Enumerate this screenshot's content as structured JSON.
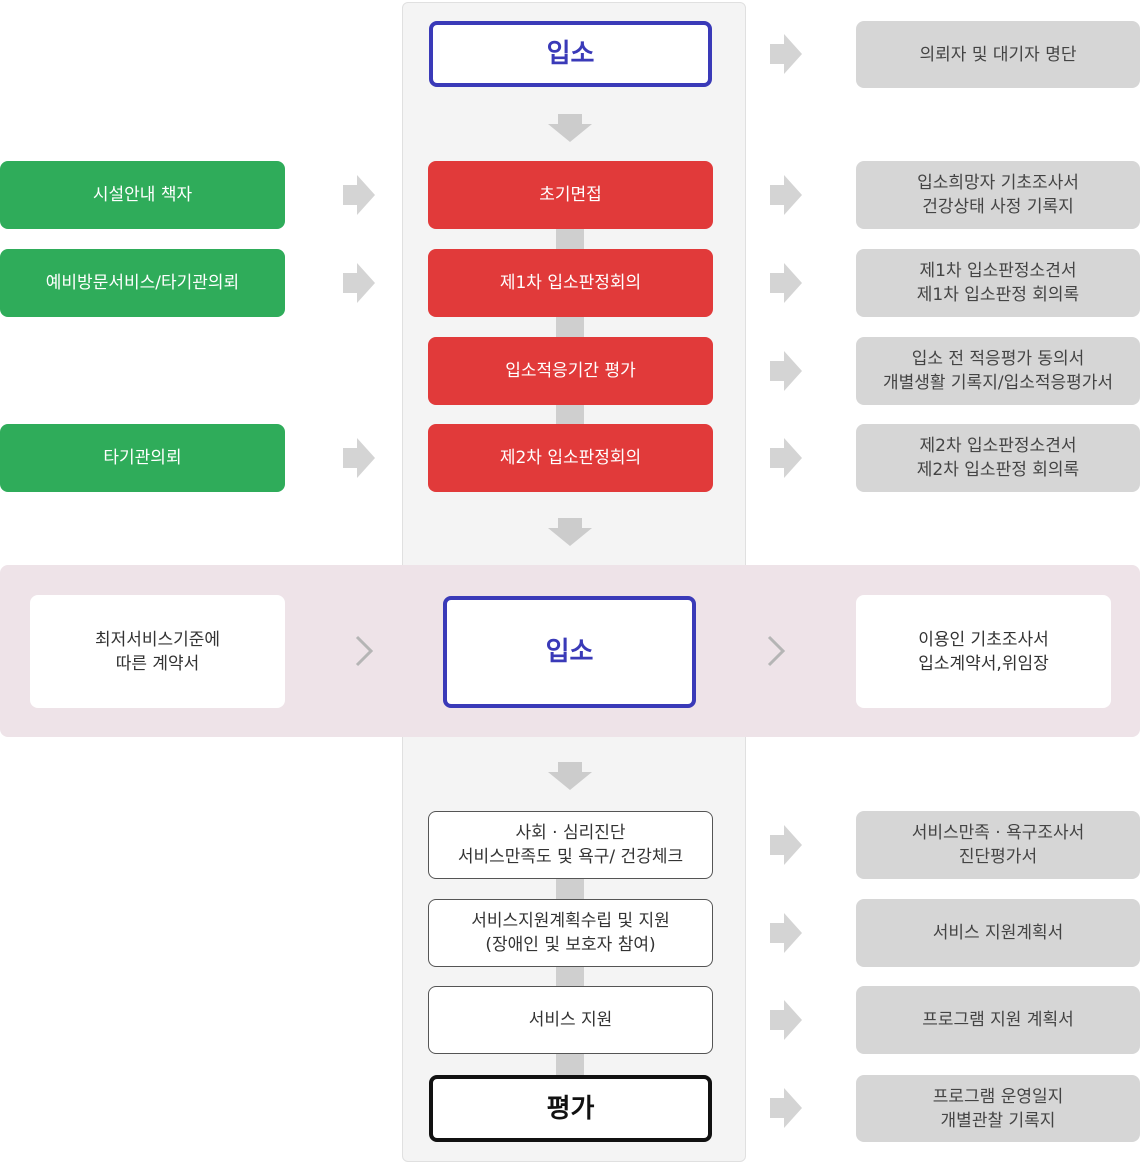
{
  "top": {
    "admission_title": "입소",
    "admission_doc": "의뢰자 및 대기자 명단"
  },
  "steps": [
    {
      "label": "초기면접",
      "left": "시설안내 책자",
      "doc": "입소희망자 기초조사서\n건강상태 사정 기록지"
    },
    {
      "label": "제1차 입소판정회의",
      "left": "예비방문서비스/타기관의뢰",
      "doc": "제1차 입소판정소견서\n제1차 입소판정 회의록"
    },
    {
      "label": "입소적응기간 평가",
      "left": "",
      "doc": "입소 전 적응평가 동의서\n개별생활 기록지/입소적응평가서"
    },
    {
      "label": "제2차 입소판정회의",
      "left": "타기관의뢰",
      "doc": "제2차 입소판정소견서\n제2차 입소판정 회의록"
    }
  ],
  "band": {
    "left": "최저서비스기준에\n따른 계약서",
    "center": "입소",
    "right": "이용인 기초조사서\n입소계약서,위임장"
  },
  "service_steps": [
    {
      "label": "사회 · 심리진단\n서비스만족도 및 욕구/ 건강체크",
      "doc": "서비스만족 · 욕구조사서\n진단평가서"
    },
    {
      "label": "서비스지원계획수립 및 지원\n(장애인 및 보호자 참여)",
      "doc": "서비스 지원계획서"
    },
    {
      "label": "서비스 지원",
      "doc": "프로그램 지원 계획서"
    }
  ],
  "evaluation": {
    "label": "평가",
    "doc": "프로그램  운영일지\n개별관찰 기록지"
  },
  "colors": {
    "green": "#2fac5a",
    "red": "#e13a3a",
    "gray": "#d6d6d6",
    "blue": "#3a3ab8",
    "band": "#eee3e8"
  }
}
